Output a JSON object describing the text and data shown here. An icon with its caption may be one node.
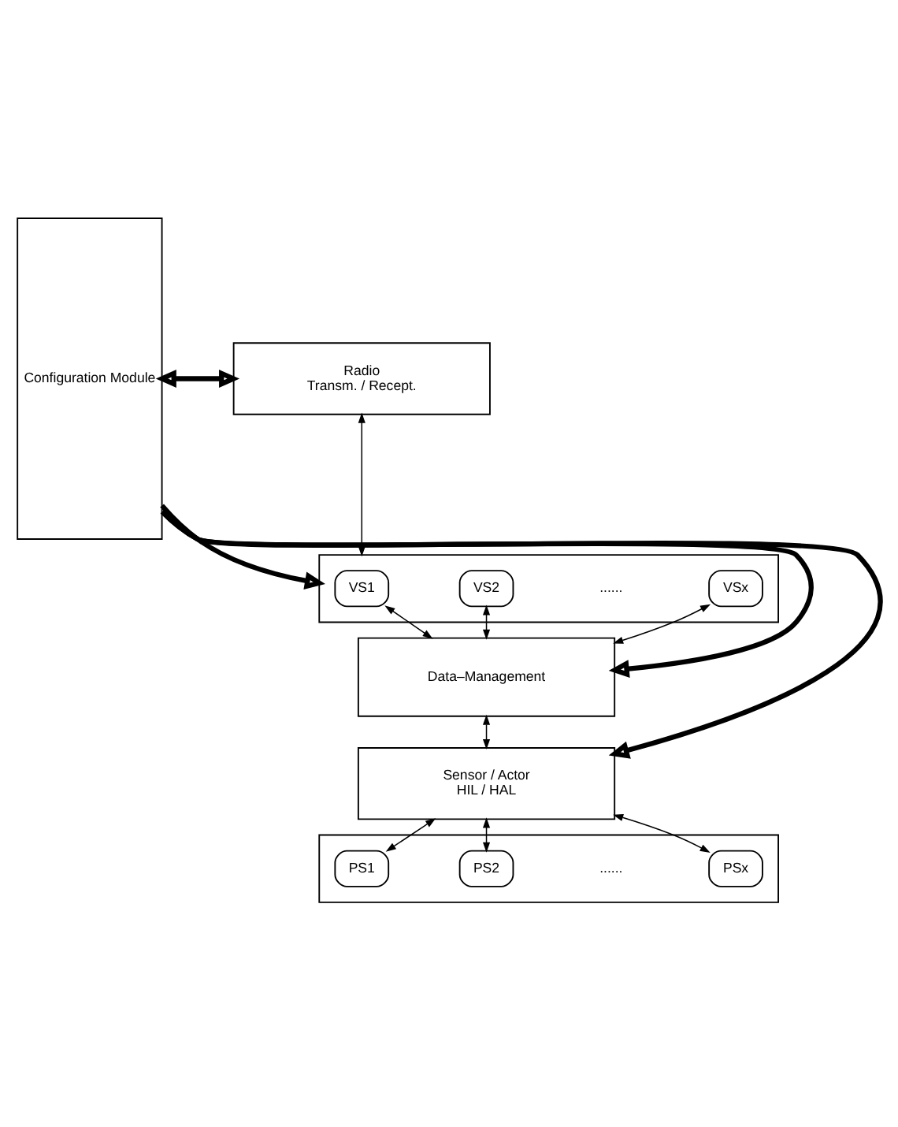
{
  "diagram": {
    "nodes": [
      {
        "text": [
          "Configuration Module"
        ]
      },
      {
        "text": [
          "Radio",
          "Transm. / Recept."
        ]
      },
      {
        "text": [],
        "shape": "box"
      },
      {
        "text": [
          "VS1"
        ],
        "in": 2
      },
      {
        "text": [
          "VS2"
        ],
        "in": 2
      },
      {
        "text": [
          "VSx"
        ],
        "in": 2
      },
      {
        "text": [
          "Data–Management"
        ]
      },
      {
        "text": [
          "Sensor / Actor",
          "HIL / HAL"
        ]
      },
      {
        "text": [],
        "shape": "box"
      },
      {
        "text": [
          "PS1"
        ],
        "in": 8
      },
      {
        "text": [
          "PS2"
        ],
        "in": 8
      },
      {
        "text": [
          "PSx"
        ],
        "in": 8
      }
    ],
    "edges": [
      {
        "from": 0,
        "to": 1,
        "arrow": "both",
        "style": "thick"
      },
      {
        "from": 1,
        "to": 2,
        "arrow": "both"
      },
      {
        "from": 0,
        "to": 2,
        "arrow": "to",
        "style": "thick"
      },
      {
        "from": 3,
        "to": 6,
        "arrow": "both"
      },
      {
        "from": 4,
        "to": 6,
        "arrow": "both"
      },
      {
        "from": 5,
        "to": 6,
        "arrow": "both"
      },
      {
        "from": 0,
        "to": 6,
        "arrow": "to",
        "style": "thick"
      },
      {
        "from": 6,
        "to": 7,
        "arrow": "both"
      },
      {
        "from": 0,
        "to": 7,
        "arrow": "to",
        "style": "thick"
      },
      {
        "from": 7,
        "to": 9,
        "arrow": "both"
      },
      {
        "from": 7,
        "to": 10,
        "arrow": "both"
      },
      {
        "from": 7,
        "to": 11,
        "arrow": "both"
      }
    ],
    "labels": [
      "......",
      "......"
    ]
  }
}
